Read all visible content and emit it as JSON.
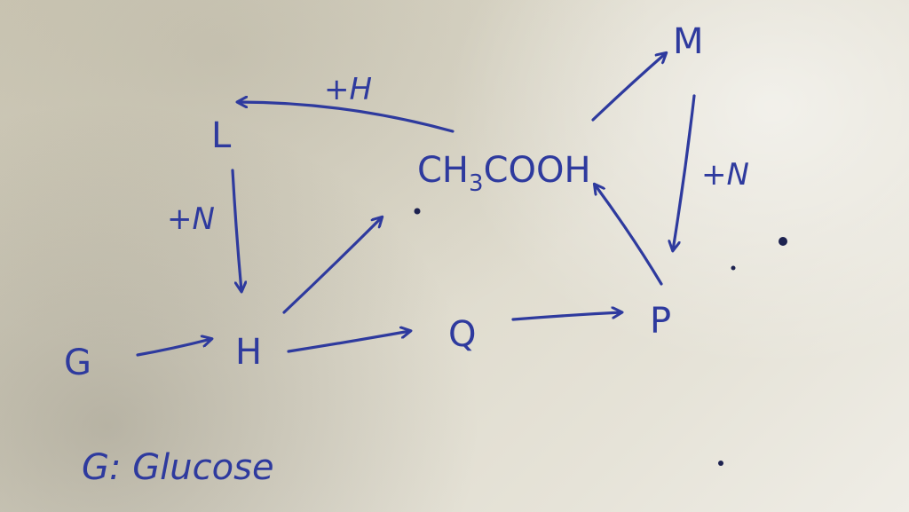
{
  "nodes": {
    "G": "G",
    "H": "H",
    "Q": "Q",
    "P": "P",
    "L": "L",
    "M": "M",
    "acid_main": "CH",
    "acid_sub": "3",
    "acid_tail": "COOH"
  },
  "edges": {
    "acid_to_L": "+H",
    "L_to_H": "+N",
    "M_to_P": "+N"
  },
  "note": {
    "text": "G: Glucose"
  },
  "colors": {
    "ink": "#2e3a9e",
    "paper": "#dcd8c9"
  }
}
